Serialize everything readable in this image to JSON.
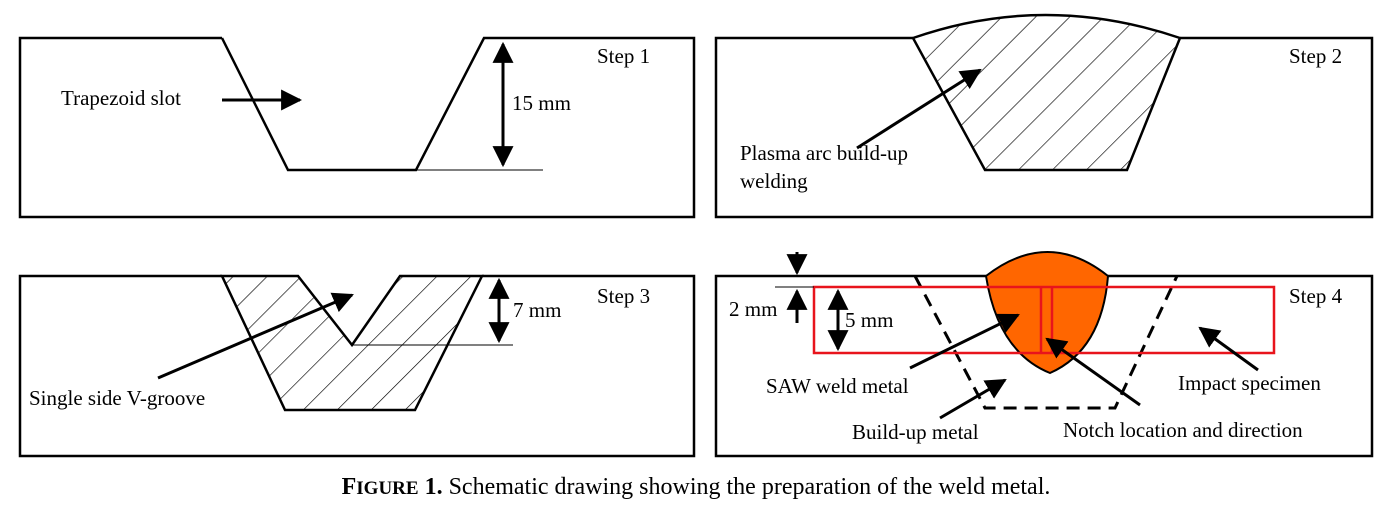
{
  "panels": {
    "step1": {
      "step_label": "Step 1",
      "slot_label": "Trapezoid slot",
      "depth_label": "15 mm"
    },
    "step2": {
      "step_label": "Step 2",
      "weld_label_line1": "Plasma arc build-up",
      "weld_label_line2": "welding"
    },
    "step3": {
      "step_label": "Step 3",
      "groove_label": "Single side V-groove",
      "depth_label": "7 mm"
    },
    "step4": {
      "step_label": "Step 4",
      "offset_label": "2 mm",
      "height_label": "5 mm",
      "saw_label": "SAW weld metal",
      "buildup_label": "Build-up metal",
      "notch_label": "Notch location and direction",
      "specimen_label": "Impact specimen"
    }
  },
  "caption": {
    "figure_word_initial": "F",
    "figure_word_rest": "IGURE",
    "figure_number": " 1.",
    "text": " Schematic drawing showing the preparation of the weld metal."
  },
  "colors": {
    "weld_fill": "#FF6600",
    "specimen_outline": "#E8141C",
    "line": "#000000"
  }
}
